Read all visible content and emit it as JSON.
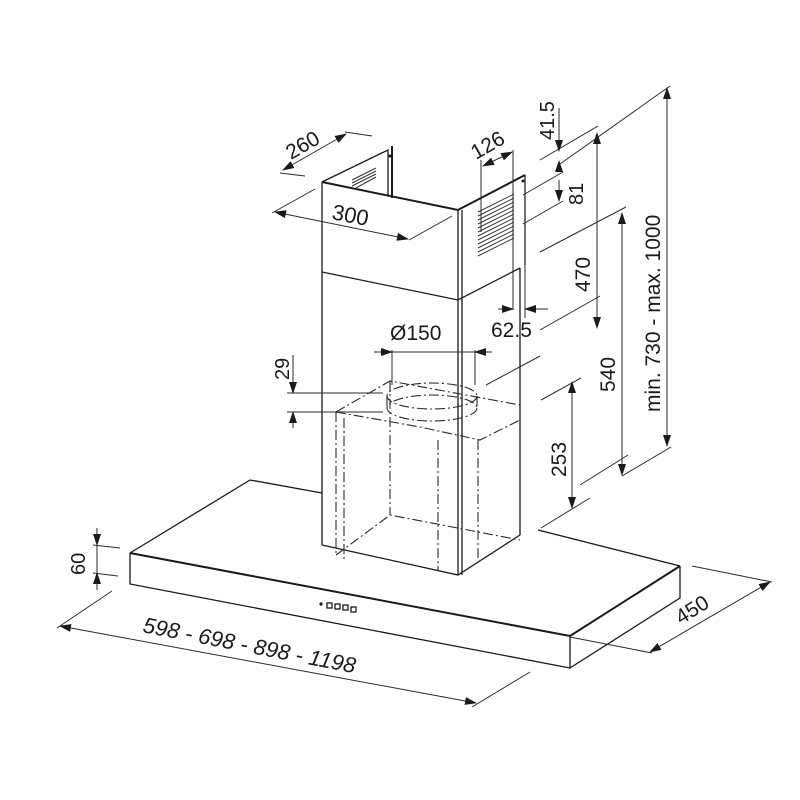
{
  "drawing": {
    "subject": "Chimney range hood dimension drawing",
    "units": "mm",
    "line_color": "#1a1a1a",
    "background": "#ffffff"
  },
  "dimensions": {
    "chimney_depth": "260",
    "chimney_width": "300",
    "grille_width": "126",
    "grille_top_offset": "41.5",
    "grille_height": "81",
    "grille_side_offset": "62.5",
    "upper_chimney_height": "470",
    "lower_chimney_height": "540",
    "total_height": "min. 730 - max. 1000",
    "outlet_diameter": "Ø150",
    "outlet_collar_height": "29",
    "motor_housing_height": "253",
    "canopy_height": "60",
    "canopy_widths": "598 - 698 - 898 - 1198",
    "canopy_depth": "450"
  },
  "control_panel": {
    "indicator_count": 1,
    "button_count": 4
  }
}
